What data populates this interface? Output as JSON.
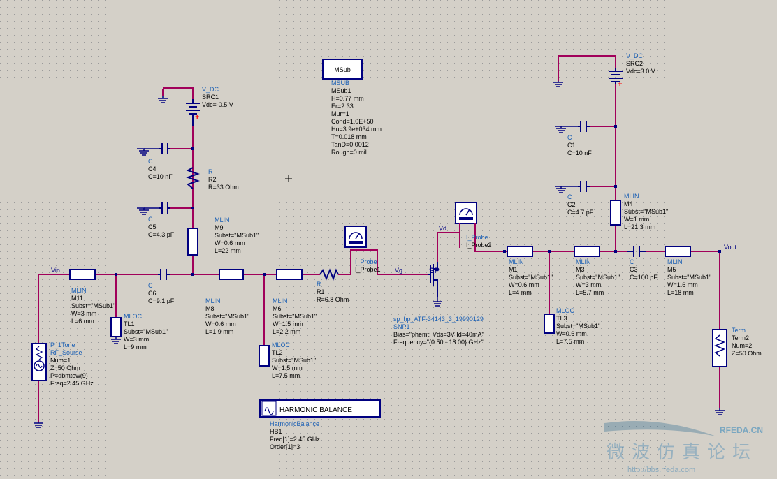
{
  "labels": {
    "src1": [
      "V_DC",
      "SRC1",
      "Vdc=-0.5 V"
    ],
    "src2": [
      "V_DC",
      "SRC2",
      "Vdc=3.0 V"
    ],
    "msub_box": "MSub",
    "msub": [
      "MSUB",
      "MSub1",
      "H=0.77 mm",
      "Er=2.33",
      "Mur=1",
      "Cond=1.0E+50",
      "Hu=3.9e+034 mm",
      "T=0.018 mm",
      "TanD=0.0012",
      "Rough=0 mil"
    ],
    "c4": [
      "C",
      "C4",
      "C=10 nF"
    ],
    "r2": [
      "R",
      "R2",
      "R=33 Ohm"
    ],
    "c5": [
      "C",
      "C5",
      "C=4.3 pF"
    ],
    "m9": [
      "MLIN",
      "M9",
      "Subst=\"MSub1\"",
      "W=0.6 mm",
      "L=22 mm"
    ],
    "m11": [
      "MLIN",
      "M11",
      "Subst=\"MSub1\"",
      "W=3 mm",
      "L=6 mm"
    ],
    "tl1": [
      "MLOC",
      "TL1",
      "Subst=\"MSub1\"",
      "W=3 mm",
      "L=9 mm"
    ],
    "c6": [
      "C",
      "C6",
      "C=9.1 pF"
    ],
    "m8": [
      "MLIN",
      "M8",
      "Subst=\"MSub1\"",
      "W=0.6 mm",
      "L=1.9 mm"
    ],
    "m6": [
      "MLIN",
      "M6",
      "Subst=\"MSub1\"",
      "W=1.5 mm",
      "L=2.2 mm"
    ],
    "tl2": [
      "MLOC",
      "TL2",
      "Subst=\"MSub1\"",
      "W=1.5 mm",
      "L=7.5 mm"
    ],
    "r1": [
      "R",
      "R1",
      "R=6.8 Ohm"
    ],
    "probe1": [
      "I_Probe",
      "I_Probe1"
    ],
    "probe2": [
      "I_Probe",
      "I_Probe2"
    ],
    "snp1": [
      "sp_hp_ATF-34143_3_19990129",
      "SNP1",
      "Bias=\"phemt: Vds=3V Id=40mA\"",
      "Frequency=\"{0.50 - 18.00} GHz\""
    ],
    "sp_text": "SP",
    "m1": [
      "MLIN",
      "M1",
      "Subst=\"MSub1\"",
      "W=0.6 mm",
      "L=4 mm"
    ],
    "m3": [
      "MLIN",
      "M3",
      "Subst=\"MSub1\"",
      "W=3 mm",
      "L=5.7 mm"
    ],
    "tl3": [
      "MLOC",
      "TL3",
      "Subst=\"MSub1\"",
      "W=0.6 mm",
      "L=7.5 mm"
    ],
    "c3": [
      "C",
      "C3",
      "C=100 pF"
    ],
    "m5": [
      "MLIN",
      "M5",
      "Subst=\"MSub1\"",
      "W=1.6 mm",
      "L=18 mm"
    ],
    "c1": [
      "C",
      "C1",
      "C=10 nF"
    ],
    "c2": [
      "C",
      "C2",
      "C=4.7 pF"
    ],
    "m4": [
      "MLIN",
      "M4",
      "Subst=\"MSub1\"",
      "W=1 mm",
      "L=21.3 mm"
    ],
    "term2": [
      "Term",
      "Term2",
      "Num=2",
      "Z=50 Ohm"
    ],
    "rfsrc": [
      "P_1Tone",
      "RF_Sourse",
      "Num=1",
      "Z=50 Ohm",
      "P=dbmtow(9)",
      "Freq=2.45 GHz"
    ],
    "hb_title": "HARMONIC BALANCE",
    "hb": [
      "HarmonicBalance",
      "HB1",
      "Freq[1]=2.45 GHz",
      "Order[1]=3"
    ],
    "nets": {
      "vin": "Vin",
      "vg": "Vg",
      "vd": "Vd",
      "vout": "Vout"
    },
    "plus": "+",
    "watermark": {
      "site": "RFEDA.CN",
      "cn": "微波仿真论坛",
      "url": "http://bbs.rfeda.com"
    }
  }
}
